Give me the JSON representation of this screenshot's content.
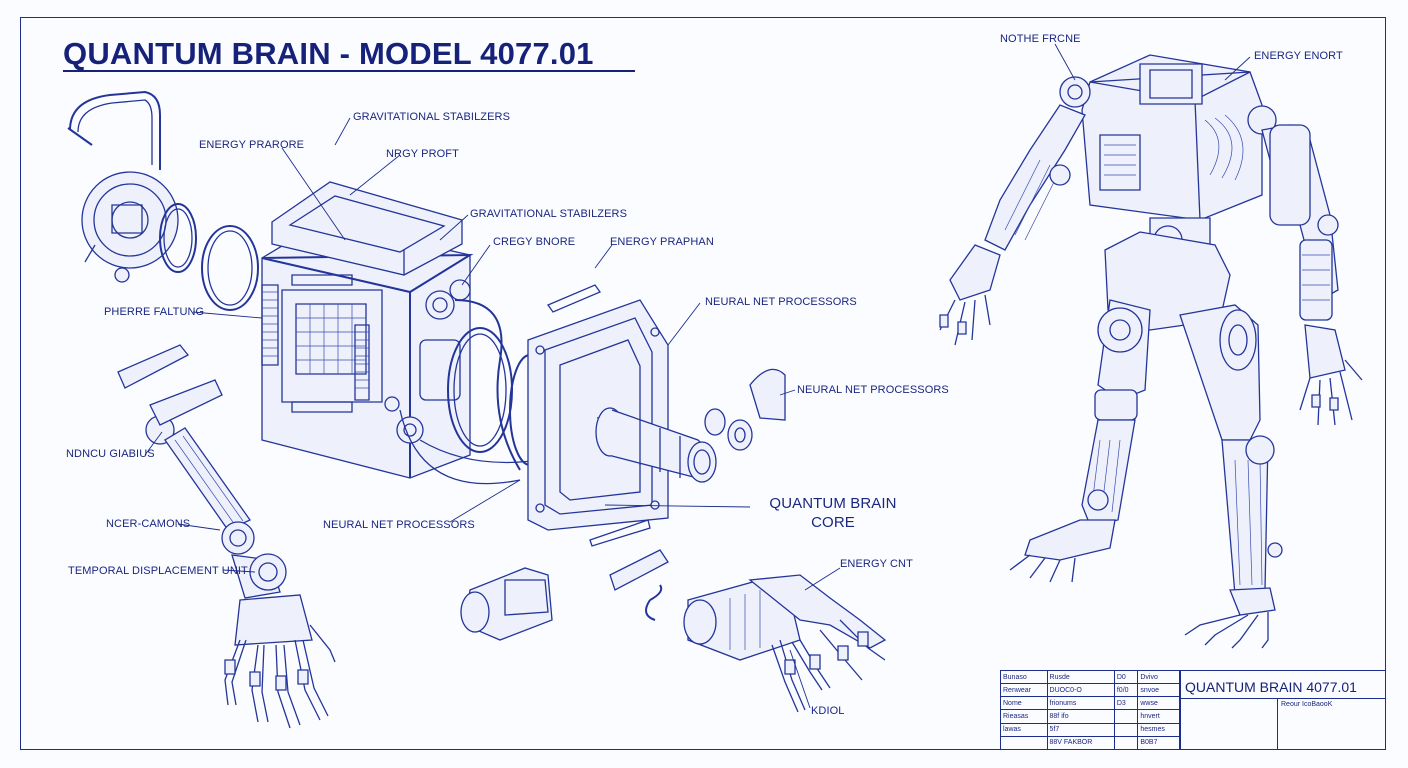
{
  "title": "QUANTUM BRAIN - MODEL 4077.01",
  "labels": {
    "gravitational_stabilizers_1": "GRAVITATIONAL STABILZERS",
    "energy_prarore": "ENERGY PRARORE",
    "nrgy_profet": "NRGY PROFT",
    "gravitational_stabilizers_2": "GRAVITATIONAL STABILZERS",
    "cregy_bnore": "CREGY BNORE",
    "energy_praphan": "ENERGY PRAPHAN",
    "neural_net_processors_1": "NEURAL NET PROCESSORS",
    "pherre_faltung": "PHERRE FALTUNG",
    "neural_net_processors_2": "NEURAL NET PROCESSORS",
    "ndncu_giabius": "NDNCU GIABIUS",
    "ncer_camons": "NCER-CAMONS",
    "temporal_displacement_unit": "TEMPORAL DISPLACEMENT UNIT",
    "neural_net_processors_3": "NEURAL NET PROCESSORS",
    "quantum_brain_core_1": "QUANTUM BRAIN",
    "quantum_brain_core_2": "CORE",
    "energy_cnt": "ENERGY CNT",
    "kdiol": "KDIOL",
    "nothe_frcne": "NOTHE FRCNE",
    "energy_enort": "ENERGY ENORT"
  },
  "title_block": {
    "rows": [
      [
        "Bunaso",
        "Rusde",
        "D0",
        "Dvivo"
      ],
      [
        "Renwear",
        "DUOC0-O",
        "f0/0",
        "snvoe"
      ],
      [
        "Nome",
        "frionums",
        "D3",
        "wwse"
      ],
      [
        "Rieasas",
        "88f ifo",
        "",
        "hnvert"
      ],
      [
        "lawas",
        "5f7",
        "",
        "hesmes"
      ],
      [
        "",
        "88V FAKBOR",
        "",
        "B0B7"
      ]
    ],
    "name": "QUANTUM BRAIN 4077.01",
    "sub": "Reour IcoBaooK"
  },
  "colors": {
    "ink": "#1d2d8c",
    "paper": "#fbfcff",
    "title": "#16217a"
  }
}
